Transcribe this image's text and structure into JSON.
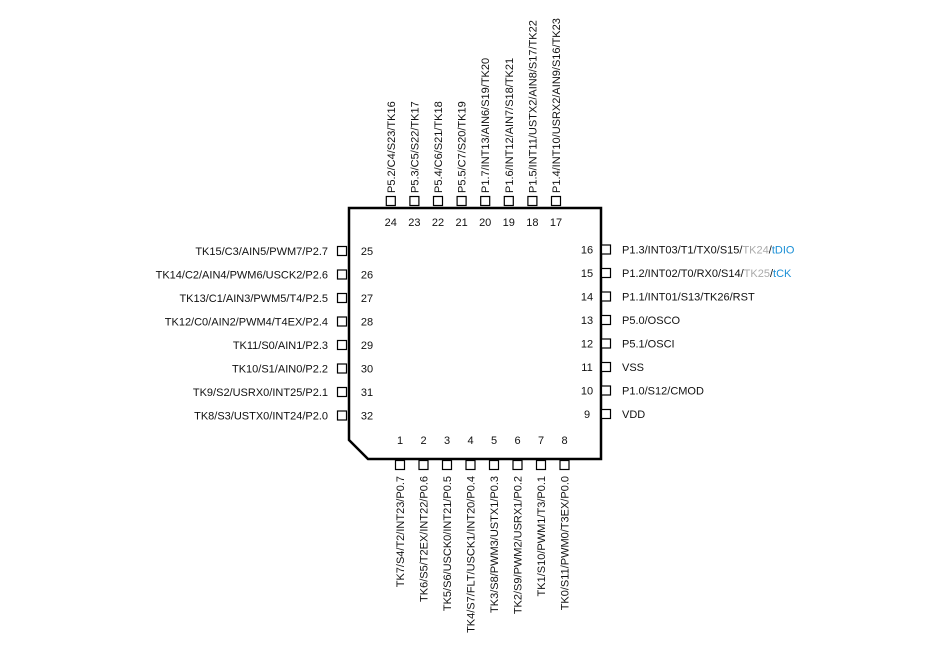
{
  "pins": [
    {
      "num": "1",
      "side": "bottom",
      "parts": [
        {
          "text": "TK7/S4/T2/INT23/P0.7"
        }
      ]
    },
    {
      "num": "2",
      "side": "bottom",
      "parts": [
        {
          "text": "TK6/S5/T2EX/INT22/P0.6"
        }
      ]
    },
    {
      "num": "3",
      "side": "bottom",
      "parts": [
        {
          "text": "TK5/S6/USCK0/INT21/P0.5"
        }
      ]
    },
    {
      "num": "4",
      "side": "bottom",
      "parts": [
        {
          "text": "TK4/S7/FLT/USCK1/INT20/P0.4"
        }
      ]
    },
    {
      "num": "5",
      "side": "bottom",
      "parts": [
        {
          "text": "TK3/S8/PWM3/USTX1/P0.3"
        }
      ]
    },
    {
      "num": "6",
      "side": "bottom",
      "parts": [
        {
          "text": "TK2/S9/PWM2/USRX1/P0.2"
        }
      ]
    },
    {
      "num": "7",
      "side": "bottom",
      "parts": [
        {
          "text": "TK1/S10/PWM1/T3/P0.1"
        }
      ]
    },
    {
      "num": "8",
      "side": "bottom",
      "parts": [
        {
          "text": "TK0/S11/PWM0/T3EX/P0.0"
        }
      ]
    },
    {
      "num": "9",
      "side": "right",
      "parts": [
        {
          "text": "VDD"
        }
      ]
    },
    {
      "num": "10",
      "side": "right",
      "parts": [
        {
          "text": "P1.0/S12/CMOD"
        }
      ]
    },
    {
      "num": "11",
      "side": "right",
      "parts": [
        {
          "text": "VSS"
        }
      ]
    },
    {
      "num": "12",
      "side": "right",
      "parts": [
        {
          "text": "P5.1/OSCI"
        }
      ]
    },
    {
      "num": "13",
      "side": "right",
      "parts": [
        {
          "text": "P5.0/OSCO"
        }
      ]
    },
    {
      "num": "14",
      "side": "right",
      "parts": [
        {
          "text": "P1.1/INT01/S13/TK26/RST"
        }
      ]
    },
    {
      "num": "15",
      "side": "right",
      "parts": [
        {
          "text": "P1.2/INT02/T0/RX0/S14/"
        },
        {
          "text": "TK25",
          "style": "muted"
        },
        {
          "text": "/"
        },
        {
          "text": "tCK",
          "style": "blue"
        }
      ]
    },
    {
      "num": "16",
      "side": "right",
      "parts": [
        {
          "text": "P1.3/INT03/T1/TX0/S15/"
        },
        {
          "text": "TK24",
          "style": "muted"
        },
        {
          "text": "/"
        },
        {
          "text": "tDIO",
          "style": "blue"
        }
      ]
    },
    {
      "num": "17",
      "side": "top",
      "parts": [
        {
          "text": "P1.4/INT10/USRX2/AIN9/S16/TK23"
        }
      ]
    },
    {
      "num": "18",
      "side": "top",
      "parts": [
        {
          "text": "P1.5/INT11/USTX2/AIN8/S17/TK22"
        }
      ]
    },
    {
      "num": "19",
      "side": "top",
      "parts": [
        {
          "text": "P1.6/INT12/AIN7/S18/TK21"
        }
      ]
    },
    {
      "num": "20",
      "side": "top",
      "parts": [
        {
          "text": "P1.7/INT13/AIN6/S19/TK20"
        }
      ]
    },
    {
      "num": "21",
      "side": "top",
      "parts": [
        {
          "text": "P5.5/C7/S20/TK19"
        }
      ]
    },
    {
      "num": "22",
      "side": "top",
      "parts": [
        {
          "text": "P5.4/C6/S21/TK18"
        }
      ]
    },
    {
      "num": "23",
      "side": "top",
      "parts": [
        {
          "text": "P5.3/C5/S22/TK17"
        }
      ]
    },
    {
      "num": "24",
      "side": "top",
      "parts": [
        {
          "text": "P5.2/C4/S23/TK16"
        }
      ]
    },
    {
      "num": "25",
      "side": "left",
      "parts": [
        {
          "text": "TK15/C3/AIN5/PWM7/P2.7"
        }
      ]
    },
    {
      "num": "26",
      "side": "left",
      "parts": [
        {
          "text": "TK14/C2/AIN4/PWM6/USCK2/P2.6"
        }
      ]
    },
    {
      "num": "27",
      "side": "left",
      "parts": [
        {
          "text": "TK13/C1/AIN3/PWM5/T4/P2.5"
        }
      ]
    },
    {
      "num": "28",
      "side": "left",
      "parts": [
        {
          "text": "TK12/C0/AIN2/PWM4/T4EX/P2.4"
        }
      ]
    },
    {
      "num": "29",
      "side": "left",
      "parts": [
        {
          "text": "TK11/S0/AIN1/P2.3"
        }
      ]
    },
    {
      "num": "30",
      "side": "left",
      "parts": [
        {
          "text": "TK10/S1/AIN0/P2.2"
        }
      ]
    },
    {
      "num": "31",
      "side": "left",
      "parts": [
        {
          "text": "TK9/S2/USRX0/INT25/P2.1"
        }
      ]
    },
    {
      "num": "32",
      "side": "left",
      "parts": [
        {
          "text": "TK8/S3/USTX0/INT24/P2.0"
        }
      ]
    }
  ]
}
